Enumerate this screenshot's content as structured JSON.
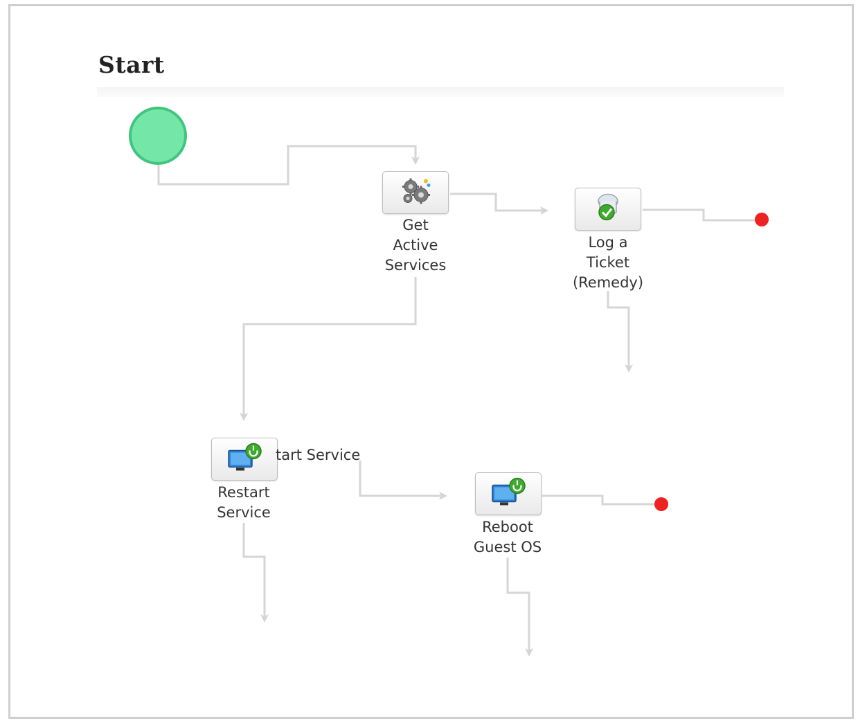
{
  "canvas": {
    "title": "Start"
  },
  "nodes": [
    {
      "id": "get-active-services",
      "label": "Get\nActive\nServices",
      "icon": "gears-icon"
    },
    {
      "id": "log-a-ticket",
      "label": "Log a\nTicket\n(Remedy)",
      "icon": "ticket-check-icon"
    },
    {
      "id": "restart-service",
      "label": "Restart\nService",
      "icon": "monitor-power-icon"
    },
    {
      "id": "reboot-guest-os",
      "label": "Reboot\nGuest OS",
      "icon": "monitor-power-icon"
    }
  ],
  "connectors": {
    "restart_service_inline_label": "tart Service"
  },
  "colors": {
    "start_fill": "#73e6a8",
    "start_border": "#40c47e",
    "end_dot": "#ee2222",
    "wire": "#d4d4d4"
  }
}
